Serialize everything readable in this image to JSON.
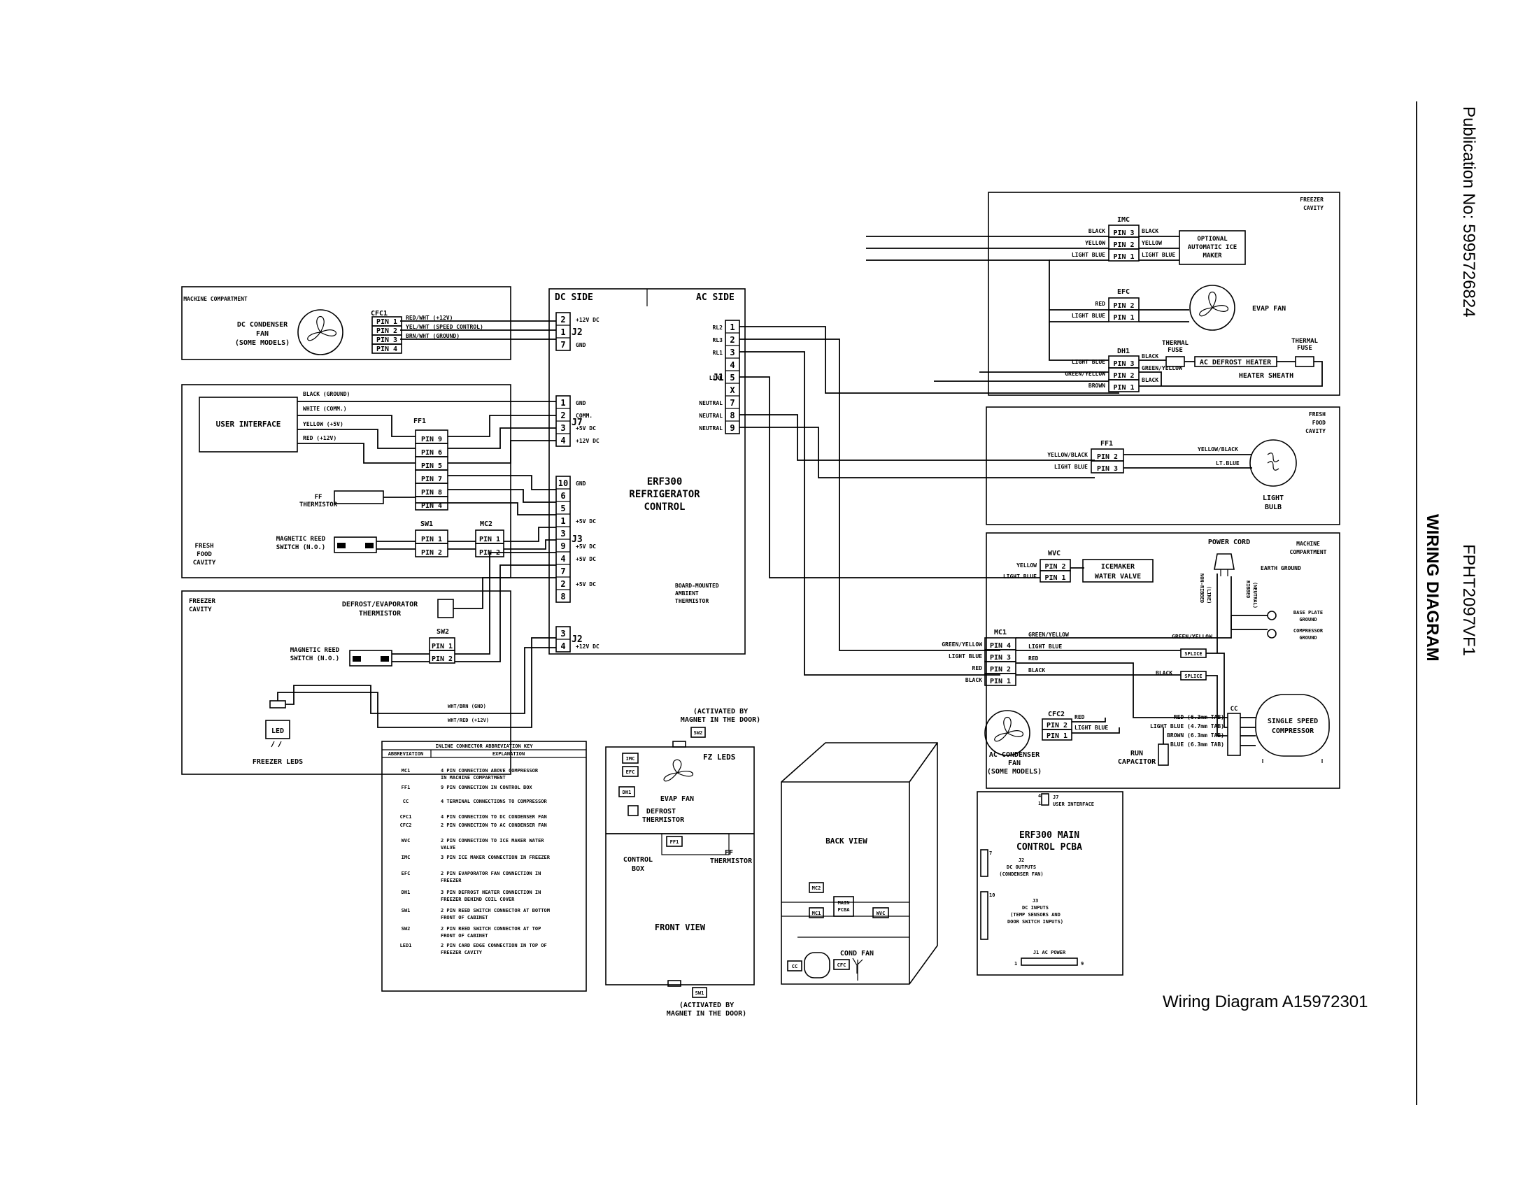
{
  "side": {
    "publication": "Publication No: 5995726824",
    "model": "FPHT2097VF1",
    "heading": "WIRING DIAGRAM"
  },
  "footer": "Wiring Diagram A15972301",
  "control": {
    "dc_side": "DC SIDE",
    "ac_side": "AC SIDE",
    "name_1": "ERF300",
    "name_2": "REFRIGERATOR",
    "name_3": "CONTROL",
    "ambient_1": "BOARD-MOUNTED",
    "ambient_2": "AMBIENT",
    "ambient_3": "THERMISTOR",
    "j1": "J1",
    "j1_pins": [
      "1",
      "2",
      "3",
      "4",
      "5",
      "X",
      "7",
      "8",
      "9"
    ],
    "j1_labels": [
      "RL2",
      "RL3",
      "RL1",
      "",
      "LINE",
      "",
      "NEUTRAL",
      "NEUTRAL",
      "NEUTRAL"
    ],
    "j2": "J2",
    "j2_pins": [
      "2",
      "1",
      "7"
    ],
    "j2_labels": [
      "+12V DC",
      "",
      "GND"
    ],
    "j7": "J7",
    "j7_pins": [
      "1",
      "2",
      "3",
      "4"
    ],
    "j7_labels": [
      "GND",
      "COMM.",
      "+5V DC",
      "+12V DC"
    ],
    "j3": "J3",
    "j3_pins": [
      "10",
      "6",
      "5",
      "1",
      "3",
      "9",
      "4",
      "7",
      "2",
      "8"
    ],
    "j3_labels": [
      "GND",
      "",
      "",
      "+5V DC",
      "",
      "+5V DC",
      "+5V DC",
      "",
      "+5V DC",
      ""
    ],
    "j2b": "J2",
    "j2b_pins": [
      "3",
      "4"
    ],
    "j2b_labels": [
      "",
      "+12V DC"
    ]
  },
  "machine_left": {
    "area": "MACHINE COMPARTMENT",
    "fan_1": "DC CONDENSER",
    "fan_2": "FAN",
    "fan_3": "(SOME MODELS)",
    "conn": "CFC1",
    "pins": [
      "PIN 1",
      "PIN 2",
      "PIN 3",
      "PIN 4"
    ],
    "wires": [
      "RED/WHT (+12V)",
      "YEL/WHT (SPEED CONTROL)",
      "BRN/WHT (GROUND)"
    ]
  },
  "fresh_left": {
    "ui": "USER INTERFACE",
    "ui_wires": [
      "BLACK (GROUND)",
      "WHITE (COMM.)",
      "YELLOW (+5V)",
      "RED (+12V)"
    ],
    "ff1": "FF1",
    "ff1_pins": [
      "PIN 9",
      "PIN 6",
      "PIN 5",
      "PIN 7",
      "PIN 8",
      "PIN 4"
    ],
    "therm_1": "FF",
    "therm_2": "THERMISTOR",
    "reed_1": "MAGNETIC REED",
    "reed_2": "SWITCH (N.O.)",
    "sw1": "SW1",
    "sw1_pins": [
      "PIN 1",
      "PIN 2"
    ],
    "mc2": "MC2",
    "mc2_pins": [
      "PIN 1",
      "PIN 2"
    ],
    "area_1": "FRESH",
    "area_2": "FOOD",
    "area_3": "CAVITY"
  },
  "freezer_left": {
    "area_1": "FREEZER",
    "area_2": "CAVITY",
    "therm_1": "DEFROST/EVAPORATOR",
    "therm_2": "THERMISTOR",
    "sw2": "SW2",
    "sw2_pins": [
      "PIN 1",
      "PIN 2"
    ],
    "reed_1": "MAGNETIC REED",
    "reed_2": "SWITCH (N.O.)",
    "led_wires": [
      "WHT/BRN (GND)",
      "WHT/RED (+12V)"
    ],
    "led": "LED",
    "leds": "FREEZER LEDS"
  },
  "freezer_right": {
    "area_1": "FREEZER",
    "area_2": "CAVITY",
    "imc": "IMC",
    "imc_pins": [
      "PIN 3",
      "PIN 2",
      "PIN 1"
    ],
    "imc_wires_in": [
      "BLACK",
      "YELLOW",
      "LIGHT BLUE"
    ],
    "imc_wires_out": [
      "BLACK",
      "YELLOW",
      "LIGHT BLUE"
    ],
    "ice_1": "OPTIONAL",
    "ice_2": "AUTOMATIC ICE",
    "ice_3": "MAKER",
    "efc": "EFC",
    "efc_pins": [
      "PIN 2",
      "PIN 1"
    ],
    "efc_wires": [
      "RED",
      "LIGHT BLUE"
    ],
    "evap_fan": "EVAP FAN",
    "dh1": "DH1",
    "dh1_pins": [
      "PIN 3",
      "PIN 2",
      "PIN 1"
    ],
    "dh1_wires_in": [
      "LIGHT BLUE",
      "GREEN/YELLOW",
      "BROWN"
    ],
    "dh1_wires_out": [
      "BLACK",
      "GREEN/YELLOW",
      "BLACK"
    ],
    "fuse_1": "THERMAL",
    "fuse_2": "FUSE",
    "heater": "AC DEFROST HEATER",
    "sheath": "HEATER SHEATH"
  },
  "fresh_right": {
    "area_1": "FRESH",
    "area_2": "FOOD",
    "area_3": "CAVITY",
    "ff1": "FF1",
    "pins": [
      "PIN 2",
      "PIN 3"
    ],
    "wires_in": [
      "YELLOW/BLACK",
      "LIGHT BLUE"
    ],
    "wires_out": [
      "YELLOW/BLACK",
      "LT.BLUE"
    ],
    "bulb_1": "LIGHT",
    "bulb_2": "BULB"
  },
  "machine_right": {
    "area_1": "MACHINE",
    "area_2": "COMPARTMENT",
    "power_cord": "POWER CORD",
    "earth": "EARTH GROUND",
    "non_ribbed_1": "NON-RIBBED",
    "non_ribbed_2": "(LINE)",
    "ribbed_1": "RIBBED",
    "ribbed_2": "(NEUTRAL)",
    "base_1": "BASE PLATE",
    "base_2": "GROUND",
    "comp_gnd_1": "COMPRESSOR",
    "comp_gnd_2": "GROUND",
    "wvc": "WVC",
    "wvc_pins": [
      "PIN 2",
      "PIN 1"
    ],
    "wvc_wires": [
      "YELLOW",
      "LIGHT BLUE"
    ],
    "valve_1": "ICEMAKER",
    "valve_2": "WATER VALVE",
    "mc1": "MC1",
    "mc1_pins": [
      "PIN 4",
      "PIN 3",
      "PIN 2",
      "PIN 1"
    ],
    "mc1_wires_in": [
      "GREEN/YELLOW",
      "LIGHT BLUE",
      "RED",
      "BLACK"
    ],
    "mc1_wires_out": [
      "GREEN/YELLOW",
      "LIGHT BLUE",
      "RED",
      "BLACK"
    ],
    "gy2": "GREEN/YELLOW",
    "black2": "BLACK",
    "splice": "SPLICE",
    "cfc2": "CFC2",
    "cfc2_pins": [
      "PIN 2",
      "PIN 1"
    ],
    "cfc2_wires": [
      "RED",
      "LIGHT BLUE"
    ],
    "ac_fan_1": "AC CONDENSER",
    "ac_fan_2": "FAN",
    "ac_fan_3": "(SOME MODELS)",
    "cc": "CC",
    "tabs": [
      "RED (6.3mm TAB)",
      "LIGHT BLUE (4.7mm TAB)",
      "BROWN (6.3mm TAB)",
      "BLUE (6.3mm TAB)"
    ],
    "comp_1": "SINGLE SPEED",
    "comp_2": "COMPRESSOR",
    "run_1": "RUN",
    "run_2": "CAPACITOR"
  },
  "key": {
    "title": "INLINE CONNECTOR ABBREVIATION KEY",
    "col1": "ABBREVIATION",
    "col2": "EXPLANATION",
    "rows": [
      {
        "abbr": "MC1",
        "exp1": "4 PIN CONNECTION ABOVE COMPRESSOR",
        "exp2": "IN MACHINE COMPARTMENT"
      },
      {
        "abbr": "FF1",
        "exp1": "9 PIN CONNECTION IN CONTROL BOX",
        "exp2": ""
      },
      {
        "abbr": "CC",
        "exp1": "4 TERMINAL CONNECTIONS TO COMPRESSOR",
        "exp2": ""
      },
      {
        "abbr": "CFC1",
        "exp1": "4 PIN CONNECTION TO DC CONDENSER FAN",
        "exp2": ""
      },
      {
        "abbr": "CFC2",
        "exp1": "2 PIN CONNECTION TO AC CONDENSER FAN",
        "exp2": ""
      },
      {
        "abbr": "WVC",
        "exp1": "2 PIN CONNECTION TO ICE MAKER WATER",
        "exp2": "VALVE"
      },
      {
        "abbr": "IMC",
        "exp1": "3 PIN ICE MAKER CONNECTION IN FREEZER",
        "exp2": ""
      },
      {
        "abbr": "EFC",
        "exp1": "2 PIN EVAPORATOR FAN CONNECTION IN",
        "exp2": "FREEZER"
      },
      {
        "abbr": "DH1",
        "exp1": "3 PIN DEFROST HEATER CONNECTION IN",
        "exp2": "FREEZER BEHIND COIL COVER"
      },
      {
        "abbr": "SW1",
        "exp1": "2 PIN REED SWITCH CONNECTOR AT BOTTOM",
        "exp2": "FRONT OF CABINET"
      },
      {
        "abbr": "SW2",
        "exp1": "2 PIN REED SWITCH CONNECTOR AT TOP",
        "exp2": "FRONT OF CABINET"
      },
      {
        "abbr": "LED1",
        "exp1": "2 PIN CARD EDGE CONNECTION IN TOP OF",
        "exp2": "FREEZER CAVITY"
      }
    ]
  },
  "front": {
    "act_top_1": "(ACTIVATED BY",
    "act_top_2": "MAGNET IN THE DOOR)",
    "sw2": "SW2",
    "fz_leds": "FZ LEDS",
    "imc": "IMC",
    "efc": "EFC",
    "dh1": "DH1",
    "evap_1": "EVAP FAN",
    "defrost_1": "DEFROST",
    "defrost_2": "THERMISTOR",
    "ff1": "FF1",
    "box_1": "CONTROL",
    "box_2": "BOX",
    "ff_1": "FF",
    "ff_2": "THERMISTOR",
    "title": "FRONT VIEW",
    "sw1": "SW1",
    "act_bot_1": "(ACTIVATED BY",
    "act_bot_2": "MAGNET IN THE DOOR)"
  },
  "back": {
    "title": "BACK VIEW",
    "mc2": "MC2",
    "main_1": "MAIN",
    "main_2": "PCBA",
    "mc1": "MC1",
    "wvc": "WVC",
    "cc": "CC",
    "cfc": "CFC",
    "cond": "COND FAN"
  },
  "pcba": {
    "title_1": "ERF300 MAIN",
    "title_2": "CONTROL PCBA",
    "j7_1": "J7",
    "j7_2": "USER INTERFACE",
    "j2_1": "J2",
    "j2_2": "DC OUTPUTS",
    "j2_3": "(CONDENSER FAN)",
    "j3_1": "J3",
    "j3_2": "DC INPUTS",
    "j3_3": "(TEMP SENSORS AND",
    "j3_4": "DOOR SWITCH INPUTS)",
    "j1": "J1 AC POWER",
    "n4": "4",
    "n1": "1",
    "n7": "7",
    "n10": "10",
    "n1b": "1",
    "n9": "9"
  }
}
